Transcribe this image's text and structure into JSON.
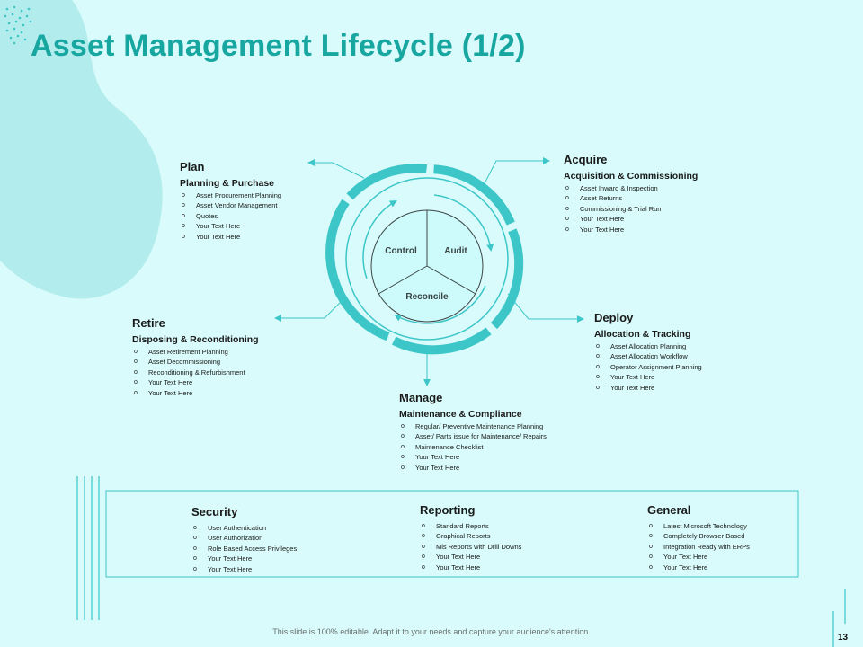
{
  "title": "Asset Management Lifecycle (1/2)",
  "colors": {
    "accent": "#17a6a0",
    "ring": "#3cc6c8",
    "pie": "#cdfafa",
    "background": "#d9fbfb",
    "blob": "#b2ecec"
  },
  "center": {
    "segments": [
      "Control",
      "Audit",
      "Reconcile"
    ]
  },
  "blocks": {
    "plan": {
      "title": "Plan",
      "subtitle": "Planning & Purchase",
      "items": [
        "Asset Procurement Planning",
        "Asset Vendor Management",
        "Quotes",
        "Your Text Here",
        "Your Text Here"
      ]
    },
    "acquire": {
      "title": "Acquire",
      "subtitle": "Acquisition & Commissioning",
      "items": [
        "Asset Inward & Inspection",
        "Asset Returns",
        "Commissioning & Trial Run",
        "Your Text Here",
        "Your Text Here"
      ]
    },
    "retire": {
      "title": "Retire",
      "subtitle": "Disposing & Reconditioning",
      "items": [
        "Asset Retirement Planning",
        "Asset Decommissioning",
        "Reconditioning & Refurbishment",
        "Your Text Here",
        "Your Text Here"
      ]
    },
    "deploy": {
      "title": "Deploy",
      "subtitle": "Allocation & Tracking",
      "items": [
        "Asset Allocation Planning",
        "Asset Allocation Workflow",
        "Operator Assignment Planning",
        "Your Text Here",
        "Your Text Here"
      ]
    },
    "manage": {
      "title": "Manage",
      "subtitle": "Maintenance & Compliance",
      "items": [
        "Regular/ Preventive Maintenance Planning",
        "Asset/ Parts issue for Maintenance/ Repairs",
        "Maintenance Checklist",
        "Your Text Here",
        "Your Text Here"
      ]
    },
    "security": {
      "title": "Security",
      "items": [
        "User Authentication",
        "User Authorization",
        "Role Based Access Privileges",
        "Your Text Here",
        "Your Text Here"
      ]
    },
    "reporting": {
      "title": "Reporting",
      "items": [
        "Standard Reports",
        "Graphical Reports",
        "Mis Reports with Drill Downs",
        "Your Text Here",
        "Your Text Here"
      ]
    },
    "general": {
      "title": "General",
      "items": [
        "Latest Microsoft Technology",
        "Completely Browser Based",
        "Integration Ready with ERPs",
        "Your Text Here",
        "Your Text Here"
      ]
    }
  },
  "footer": "This slide is 100% editable. Adapt it to your needs and capture your audience's attention.",
  "page_number": "13"
}
